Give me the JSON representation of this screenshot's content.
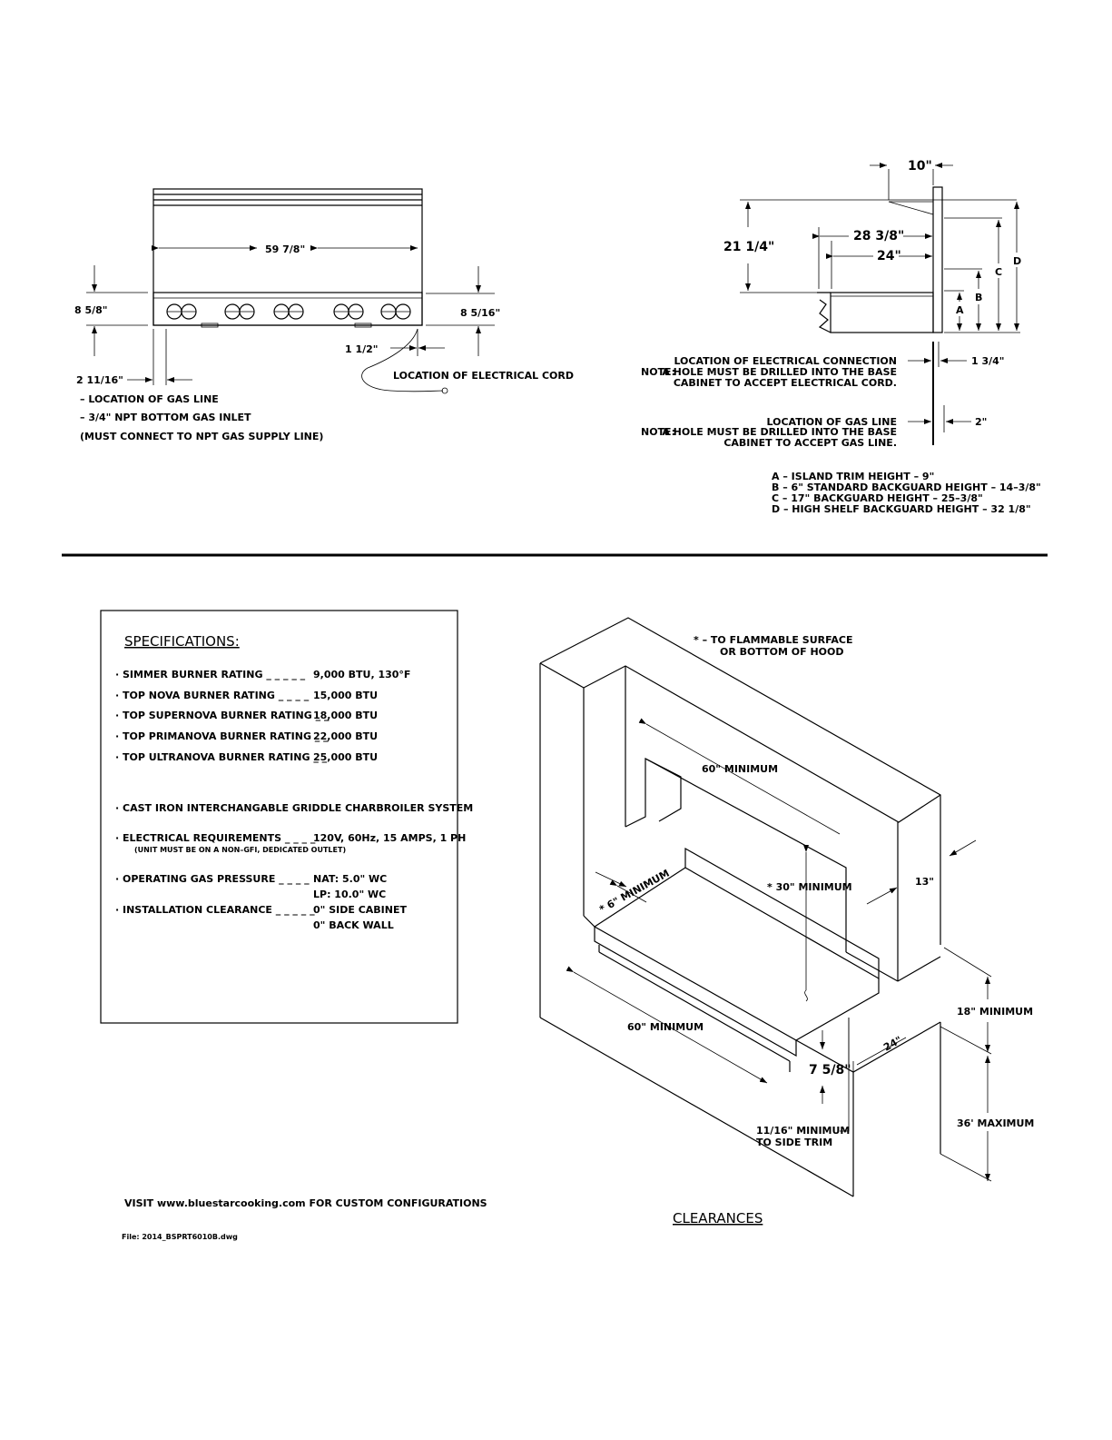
{
  "front_view": {
    "width_label": "59 7/8\"",
    "left_height_label": "8 5/8\"",
    "right_height_label": "8 5/16\"",
    "cord_offset_label": "1 1/2\"",
    "gas_offset_label": "2 11/16\"",
    "cord_label": "LOCATION OF ELECTRICAL CORD",
    "gas_notes": [
      "– LOCATION OF GAS LINE",
      "– 3/4\" NPT BOTTOM GAS INLET",
      "(MUST CONNECT TO NPT GAS SUPPLY LINE)"
    ]
  },
  "side_view": {
    "top_label": "10\"",
    "height_label": "21 1/4\"",
    "depth_label": "28 3/8\"",
    "inner_depth_label": "24\"",
    "letters": [
      "A",
      "B",
      "C",
      "D"
    ],
    "elec_location": "LOCATION OF ELECTRICAL CONNECTION",
    "elec_note_prefix": "NOTE:",
    "elec_note_1": "A HOLE MUST BE DRILLED INTO THE BASE",
    "elec_note_2": "CABINET TO ACCEPT ELECTRICAL CORD.",
    "elec_offset": "1 3/4\"",
    "gas_location": "LOCATION OF GAS LINE",
    "gas_note_prefix": "NOTE:",
    "gas_note_1": "A HOLE MUST BE DRILLED INTO THE BASE",
    "gas_note_2": "CABINET TO ACCEPT GAS LINE.",
    "gas_offset": "2\"",
    "legend": [
      "A – ISLAND TRIM HEIGHT – 9\"",
      "B – 6\" STANDARD BACKGUARD HEIGHT – 14–3/8\"",
      "C – 17\" BACKGUARD HEIGHT – 25–3/8\"",
      "D – HIGH SHELF BACKGUARD HEIGHT – 32 1/8\""
    ]
  },
  "specs": {
    "title": "SPECIFICATIONS:",
    "rows": [
      {
        "label": "· SIMMER BURNER RATING _ _ _ _ _",
        "value": "9,000 BTU, 130°F"
      },
      {
        "label": "· TOP NOVA BURNER RATING _ _ _ _",
        "value": "15,000 BTU"
      },
      {
        "label": "· TOP SUPERNOVA BURNER RATING _ _",
        "value": "18,000 BTU"
      },
      {
        "label": "· TOP PRIMANOVA BURNER RATING _ _",
        "value": "22,000 BTU"
      },
      {
        "label": "· TOP ULTRANOVA BURNER RATING _ _",
        "value": "25,000 BTU"
      }
    ],
    "griddle": "· CAST IRON INTERCHANGABLE GRIDDLE CHARBROILER SYSTEM",
    "elec_label": "· ELECTRICAL REQUIREMENTS _ _ _ _",
    "elec_value": "120V, 60Hz, 15 AMPS, 1 PH",
    "elec_sub": "(UNIT MUST BE ON A NON–GFI, DEDICATED OUTLET)",
    "gas_label": "· OPERATING GAS PRESSURE _ _ _ _",
    "gas_nat": "NAT: 5.0\" WC",
    "gas_lp": "LP: 10.0\" WC",
    "clear_label": "· INSTALLATION CLEARANCE _ _ _ _ _",
    "clear_side": "0\" SIDE CABINET",
    "clear_back": "0\" BACK WALL"
  },
  "footer": {
    "visit": "VISIT www.bluestarcooking.com FOR CUSTOM CONFIGURATIONS",
    "file": "File: 2014_BSPRT6010B.dwg"
  },
  "clearances": {
    "title": "CLEARANCES",
    "star_note_1": "* – TO FLAMMABLE SURFACE",
    "star_note_2": "OR BOTTOM OF HOOD",
    "hood_width": "60\" MINIMUM",
    "side_min": "* 6\" MINIMUM",
    "vert_min": "* 30\" MINIMUM",
    "hood_depth": "13\"",
    "counter_width": "60\" MINIMUM",
    "above_counter": "18\" MINIMUM",
    "counter_depth": "24\"",
    "trim": "7 5/8\"",
    "side_trim_1": "11/16\" MINIMUM",
    "side_trim_2": "TO SIDE TRIM",
    "counter_height": "36' MAXIMUM"
  }
}
